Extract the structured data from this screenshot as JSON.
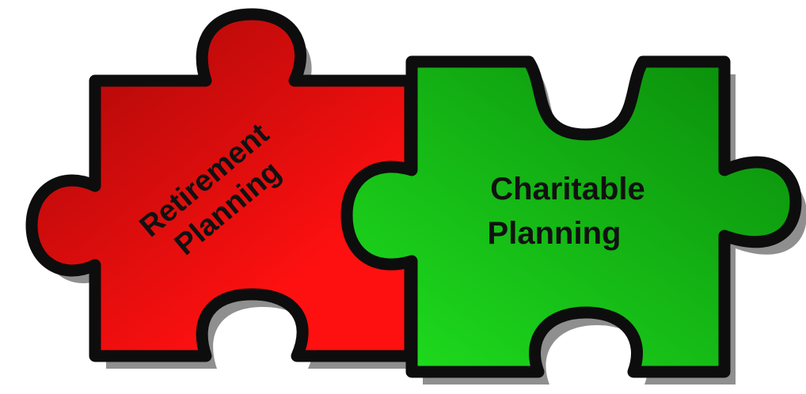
{
  "diagram": {
    "pieces": [
      {
        "id": "retirement",
        "label_lines": [
          "Retirement",
          "Planning"
        ],
        "fill_dark": "#a30808",
        "fill_light": "#ff1010"
      },
      {
        "id": "charitable",
        "label_lines": [
          "Charitable",
          "Planning"
        ],
        "fill_dark": "#0a8a0a",
        "fill_light": "#1fe01f"
      }
    ],
    "outline_color": "#0d0d0d",
    "shadow_color": "#8f8f8f"
  }
}
